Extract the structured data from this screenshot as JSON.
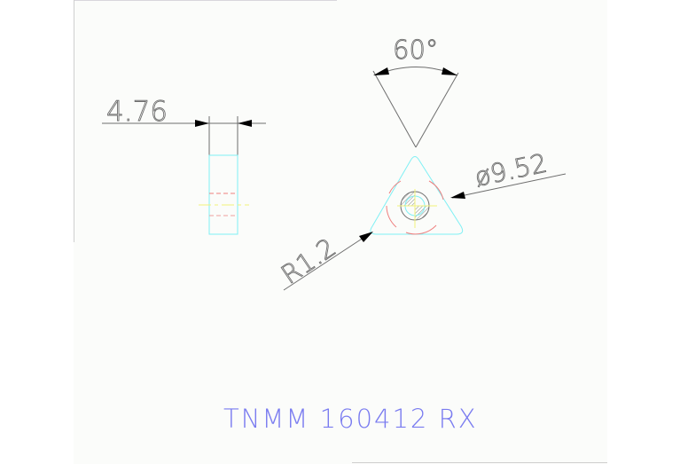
{
  "drawing": {
    "title": "TNMM 160412 RX",
    "dimensions": {
      "thickness": "4.76",
      "angle": "60°",
      "inscribed_circle": "ø9.52",
      "corner_radius": "R1.2"
    },
    "colors": {
      "background": "#fbfcfa",
      "outline": "#7ff0f4",
      "dimension": "#6e6e6e",
      "hidden_line": "#ef7f7f",
      "centerline": "#f2f27a",
      "title": "#7a7cf0",
      "hatch": "#6e6e6e"
    },
    "views": [
      {
        "name": "side-view",
        "shape": "rectangle"
      },
      {
        "name": "top-view",
        "shape": "rounded-triangle"
      }
    ]
  }
}
